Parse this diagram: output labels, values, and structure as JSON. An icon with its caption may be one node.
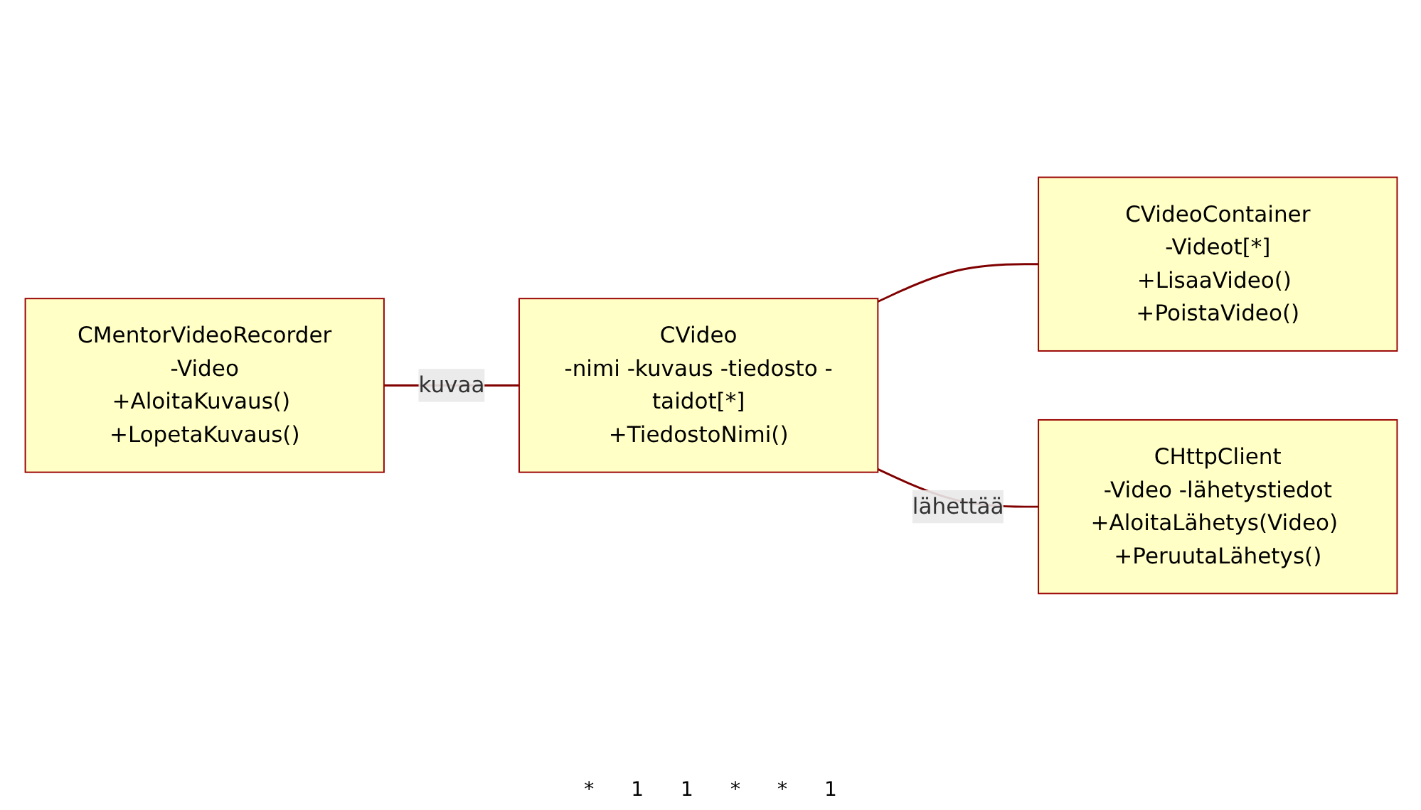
{
  "diagram": {
    "nodes": [
      {
        "text": [
          "CMentorVideoRecorder",
          "-Video",
          "+AloitaKuvaus() +LopetaKuvaus()"
        ]
      },
      {
        "text": [
          "CVideo",
          "-nimi -kuvaus -tiedosto -taidot[*]",
          "+TiedostoNimi()"
        ]
      },
      {
        "text": [
          "CVideoContainer",
          "-Videot[*]",
          "+LisaaVideo() +PoistaVideo()"
        ]
      },
      {
        "text": [
          "CHttpClient",
          "-Video -lähetystiedot",
          "+AloitaLähetys(Video) +PeruutaLähetys()"
        ]
      }
    ],
    "edges": [
      {
        "from": 0,
        "to": 1,
        "arrow": "none",
        "label": "kuvaa"
      },
      {
        "from": 1,
        "to": 2,
        "arrow": "none"
      },
      {
        "from": 1,
        "to": 3,
        "arrow": "none",
        "label": "lähettää"
      }
    ],
    "labels": [
      "*",
      "1",
      "1",
      "*",
      "*",
      "1"
    ]
  }
}
